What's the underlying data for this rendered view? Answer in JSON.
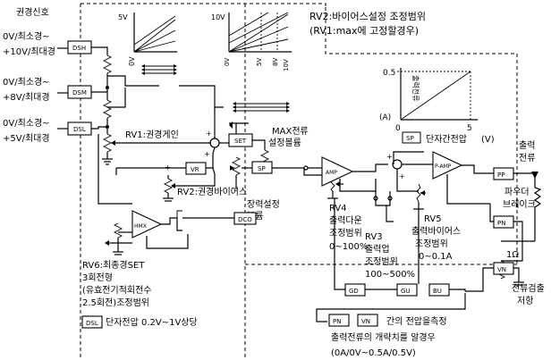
{
  "input": {
    "title": "권경신호",
    "in1": [
      "0V/최소경~",
      "+10V/최대경"
    ],
    "in2": [
      "0V/최소경~",
      "+8V/최대경"
    ],
    "in3": [
      "0V/최소경~",
      "+5V/최대경"
    ]
  },
  "blocks": {
    "dsh": "DSH",
    "dsm": "DSM",
    "dsl": "DSL",
    "set": "SET",
    "vr": "VR",
    "sp": "SP",
    "amp1": "AMP",
    "amp2": "P-AMP",
    "pp": "PP",
    "pn": "PN",
    "vn": "VN",
    "dco": "DCO",
    "gd": "GD",
    "gu": "GU",
    "bu": "BU",
    "hmx": "HMX"
  },
  "graphs": {
    "g1_top": "5V",
    "g1_x": "0V",
    "g2_top": "10V",
    "g2_x": [
      "0V",
      "5V",
      "8V",
      "10V"
    ],
    "g3_y": "0.5",
    "g3_ylabel": "출력전류",
    "g3_x0": "0",
    "g3_x1": "5",
    "g3_unit": "(A)",
    "g3_caption": "단자간전압",
    "g3_caption_unit": "(V)"
  },
  "labels": {
    "rv2_range": [
      "RV2:바이어스설정 조정범위",
      "(RV1:max에 고정할경우)"
    ],
    "rv1": "RV1:권경게인",
    "max_current": [
      "MAX전류",
      "설정볼륨"
    ],
    "rv2": "RV2:권경바이어스",
    "tension_volume": [
      "장력설정",
      "볼륨"
    ],
    "rv4": [
      "RV4",
      "출력다운",
      "조정범위",
      "0~100%"
    ],
    "rv3": [
      "RV3",
      "출력업",
      "조정범위",
      "100~500%"
    ],
    "rv5": [
      "RV5",
      "출력바이어스",
      "조정범위",
      "0~0.1A"
    ],
    "output_current": [
      "출력",
      "전류"
    ],
    "powder_brake": [
      "파우더",
      "브레이크"
    ],
    "ohm": "1Ω",
    "detect_res": [
      "전류검출",
      "저항"
    ],
    "rv6": [
      "RV6:최종경SET",
      "3회전형",
      "(유효전기적회전수",
      "2.5회전)조정범위"
    ],
    "dsl_note": "단자전압 0.2V~1V상당",
    "measure_mid": "간의 전압을측정",
    "measure_line2": "출력전류의 개략치를 알경우",
    "measure_line3": "(0A/0V~0.5A/0.5V)"
  }
}
